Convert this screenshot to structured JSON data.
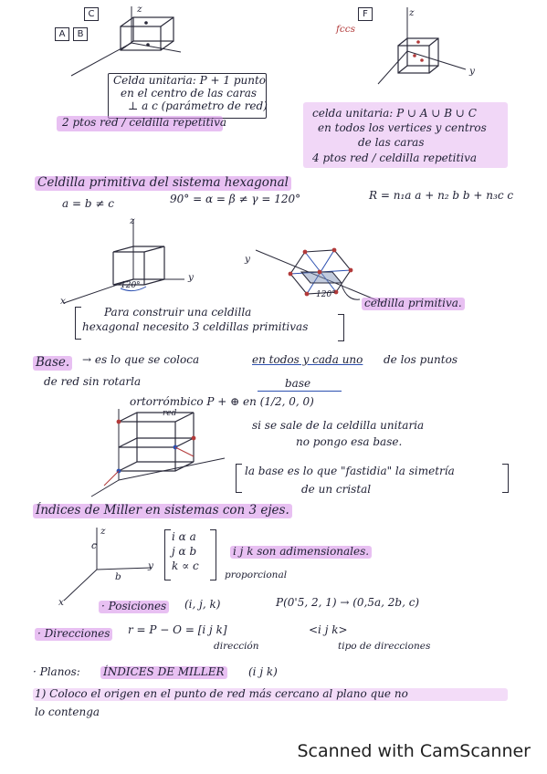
{
  "header": {
    "label_c": "C",
    "label_f": "F",
    "label_a": "A",
    "label_b": "B",
    "label_fcc": "fccs"
  },
  "cell_c": {
    "line1": "Celda unitaria: P + 1 punto",
    "line2": "en el centro de las caras",
    "line3": "⊥ a c (parámetro de red)",
    "line4": "2 ptos red / celdilla repetitiva"
  },
  "cell_f": {
    "line1": "celda unitaria: P ∪ A ∪ B ∪ C",
    "line2": "en todos los vertices y centros",
    "line3": "de las caras",
    "line4": "4 ptos red / celdilla repetitiva"
  },
  "hex": {
    "title": "Celdilla primitiva del sistema hexagonal",
    "cond1": "a = b ≠ c",
    "cond2": "90° = α = β ≠ γ = 120°",
    "vector": "R = n₁a a + n₂ b b + n₃c c",
    "angle_label": "120°",
    "note_line1": "Para construir una celdilla",
    "note_line2": "hexagonal necesito 3 celdillas primitivas",
    "primitive_label": "celdilla primitiva."
  },
  "base": {
    "title": "Base.",
    "line1_a": "→ es lo que se coloca",
    "line1_b": "en todos y cada uno",
    "line1_c": "de los puntos",
    "line2": "de red sin rotarla",
    "base_word": "base",
    "ortho": "ortorrómbico P + ⊕ en (1/2, 0, 0)",
    "red_label": "red",
    "note1": "si se sale de la celdilla unitaria",
    "note2": "no pongo esa base.",
    "bracket1": "la base es lo que \"fastidia\" la simetría",
    "bracket2": "de un cristal"
  },
  "miller": {
    "title": "Índices de Miller en sistemas con 3 ejes.",
    "matrix_r1": "i  α  a",
    "matrix_r2": "j  α  b",
    "matrix_r3": "k  ∝  c",
    "dimless": "i j k son adimensionales.",
    "proportional": "proporcional",
    "positions_label": "· Posiciones",
    "positions_val": "(i, j, k)",
    "positions_ex": "P(0'5, 2, 1) → (0,5a, 2b, c)",
    "directions_label": "· Direcciones",
    "directions_val": "r = P − O = [i j k]",
    "direction_word": "dirección",
    "family": "<i j k>",
    "family_label": "tipo de direcciones",
    "planes_label": "· Planos:",
    "planes_title": "ÍNDICES DE MILLER",
    "planes_val": "(i j k)",
    "step1_a": "1) Coloco el origen en el punto de red más cercano al plano que no",
    "step1_b": "lo contenga"
  },
  "axes": {
    "x": "x",
    "y": "y",
    "z": "z",
    "b": "b",
    "c": "c"
  },
  "footer": "Scanned with CamScanner"
}
